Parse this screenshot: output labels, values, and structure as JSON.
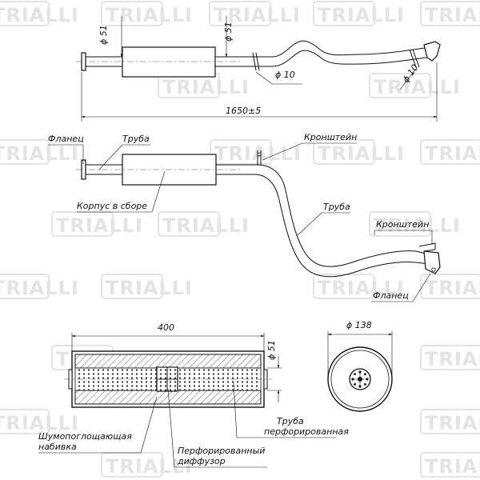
{
  "watermark": {
    "text": "TRIALLI"
  },
  "dimensions": {
    "inlet_diameter": "ϕ 51",
    "outlet_diameter": "ϕ 51",
    "bracket_diameter_1": "ϕ 10",
    "bracket_diameter_2": "ϕ 10",
    "overall_length": "1650±5",
    "body_length": "400",
    "section_pipe_diameter": "ϕ 51",
    "body_diameter": "ϕ 138"
  },
  "labels": {
    "flange_left": "Фланец",
    "pipe_left": "Труба",
    "bracket_top": "Кронштейн",
    "body_assembly": "Корпус в сборе",
    "pipe_right": "Труба",
    "bracket_right": "Кронштейн",
    "flange_right": "Фланец",
    "sound_absorbing_1": "Шумопоглощающая",
    "sound_absorbing_2": "набивка",
    "perforated_diffuser_1": "Перфорированный",
    "perforated_diffuser_2": "диффузор",
    "perforated_pipe_1": "Труба",
    "perforated_pipe_2": "перфорированная"
  }
}
